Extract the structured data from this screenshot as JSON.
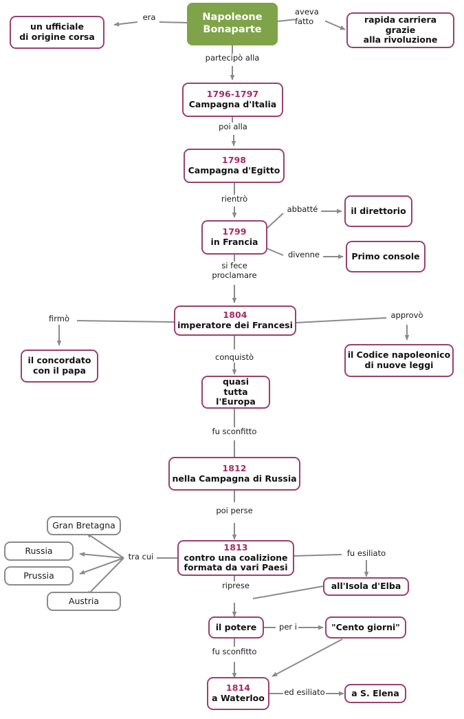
{
  "diagram": {
    "title": "Napoleone Bonaparte",
    "language": "it",
    "colors": {
      "root_fill": "#7fa348",
      "node_border": "#9c3f6e",
      "gray_border": "#8a8a8a",
      "year_text": "#a62a66",
      "edge_stroke": "#8a8a8a",
      "background": "#ffffff"
    }
  },
  "nodes": {
    "root": {
      "title": "Napoleone\nBonaparte",
      "line1": "Napoleone",
      "line2": "Bonaparte"
    },
    "ufficiale": {
      "line1": "un ufficiale",
      "line2": "di origine corsa"
    },
    "carriera": {
      "line1": "rapida carriera grazie",
      "line2": "alla rivoluzione"
    },
    "italia": {
      "year": "1796-1797",
      "title": "Campagna d'Italia"
    },
    "egitto": {
      "year": "1798",
      "title": "Campagna d'Egitto"
    },
    "francia": {
      "year": "1799",
      "title": "in Francia"
    },
    "direttorio": {
      "title": "il direttorio"
    },
    "console": {
      "title": "Primo console"
    },
    "imperatore": {
      "year": "1804",
      "title": "imperatore dei Francesi"
    },
    "concordato": {
      "line1": "il concordato",
      "line2": "con il papa"
    },
    "codice": {
      "line1": "il Codice napoleonico",
      "line2": "di nuove leggi"
    },
    "europa": {
      "line1": "quasi",
      "line2": "tutta l'Europa"
    },
    "russia": {
      "year": "1812",
      "title": "nella Campagna di Russia"
    },
    "coalizione": {
      "year": "1813",
      "line1": "contro una coalizione",
      "line2": "formata da vari Paesi"
    },
    "gran_bretagna": {
      "title": "Gran Bretagna"
    },
    "russia_paese": {
      "title": "Russia"
    },
    "prussia": {
      "title": "Prussia"
    },
    "austria": {
      "title": "Austria"
    },
    "elba": {
      "title": "all'Isola d'Elba"
    },
    "potere": {
      "title": "il potere"
    },
    "cento_giorni": {
      "title": "\"Cento giorni\""
    },
    "waterloo": {
      "year": "1814",
      "title": "a Waterloo"
    },
    "s_elena": {
      "title": "a S. Elena"
    }
  },
  "edges": {
    "era": "era",
    "aveva_fatto": "aveva\nfatto",
    "partecipo_alla": "partecipò alla",
    "poi_alla": "poi alla",
    "rientro": "rientrò",
    "abbatte": "abbatté",
    "divenne": "divenne",
    "si_fece_proclamare": "si fece\nproclamare",
    "firmo": "firmò",
    "approvo": "approvò",
    "conquisto": "conquistò",
    "fu_sconfitto_1": "fu sconfitto",
    "poi_perse": "poi perse",
    "tra_cui": "tra cui",
    "fu_esiliato": "fu esiliato",
    "riprese": "riprese",
    "per_i": "per i",
    "fu_sconfitto_2": "fu sconfitto",
    "ed_esiliato": "ed esiliato"
  }
}
